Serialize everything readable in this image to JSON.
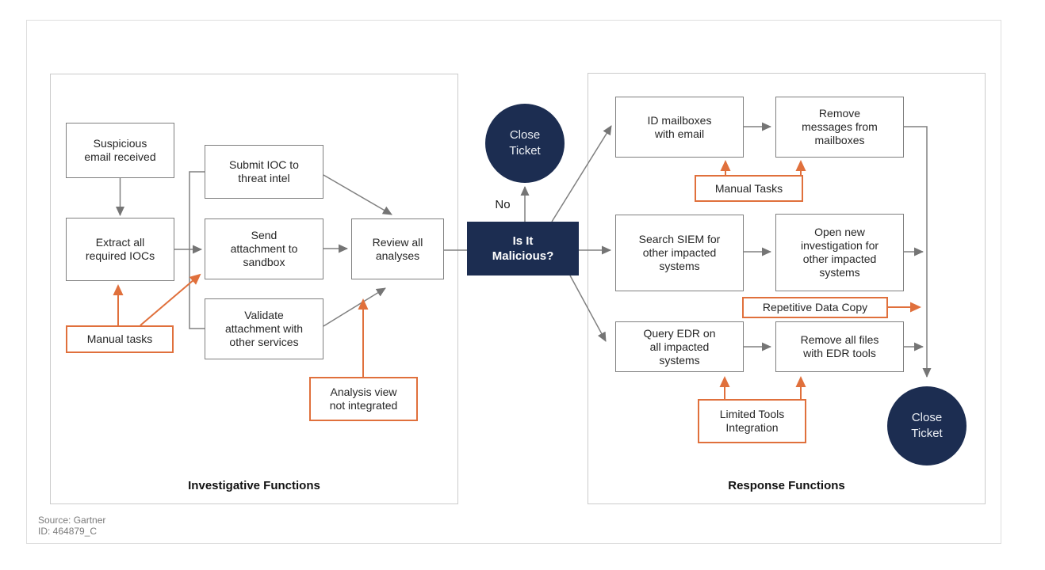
{
  "colors": {
    "navy": "#1c2d51",
    "orange": "#e0703c",
    "line_gray": "#808080",
    "box_border": "#7f7f7f",
    "panel_border": "#cbcbcb"
  },
  "left_panel": {
    "title": "Investigative Functions",
    "steps": {
      "suspicious": "Suspicious\nemail received",
      "extract": "Extract all\nrequired IOCs",
      "submit": "Submit IOC to\nthreat intel",
      "send": "Send\nattachment to\nsandbox",
      "validate": "Validate\nattachment with\nother services",
      "review": "Review all\nanalyses"
    },
    "annotations": {
      "manual_tasks": "Manual tasks",
      "analysis_view": "Analysis view\nnot integrated"
    }
  },
  "decision": {
    "label": "Is It\nMalicious?",
    "no_label": "No"
  },
  "terminators": {
    "top": "Close\nTicket",
    "bottom": "Close\nTicket"
  },
  "right_panel": {
    "title": "Response Functions",
    "steps": {
      "id_mailboxes": "ID mailboxes\nwith email",
      "remove_messages": "Remove\nmessages from\nmailboxes",
      "search_siem": "Search SIEM for\nother impacted\nsystems",
      "open_investigation": "Open new\ninvestigation for\nother impacted\nsystems",
      "query_edr": "Query EDR on\nall impacted\nsystems",
      "remove_files": "Remove all files\nwith EDR tools"
    },
    "annotations": {
      "manual_tasks": "Manual Tasks",
      "repetitive_copy": "Repetitive Data Copy",
      "limited_tools": "Limited Tools\nIntegration"
    }
  },
  "footer": {
    "source": "Source: Gartner",
    "id": "ID: 464879_C"
  }
}
